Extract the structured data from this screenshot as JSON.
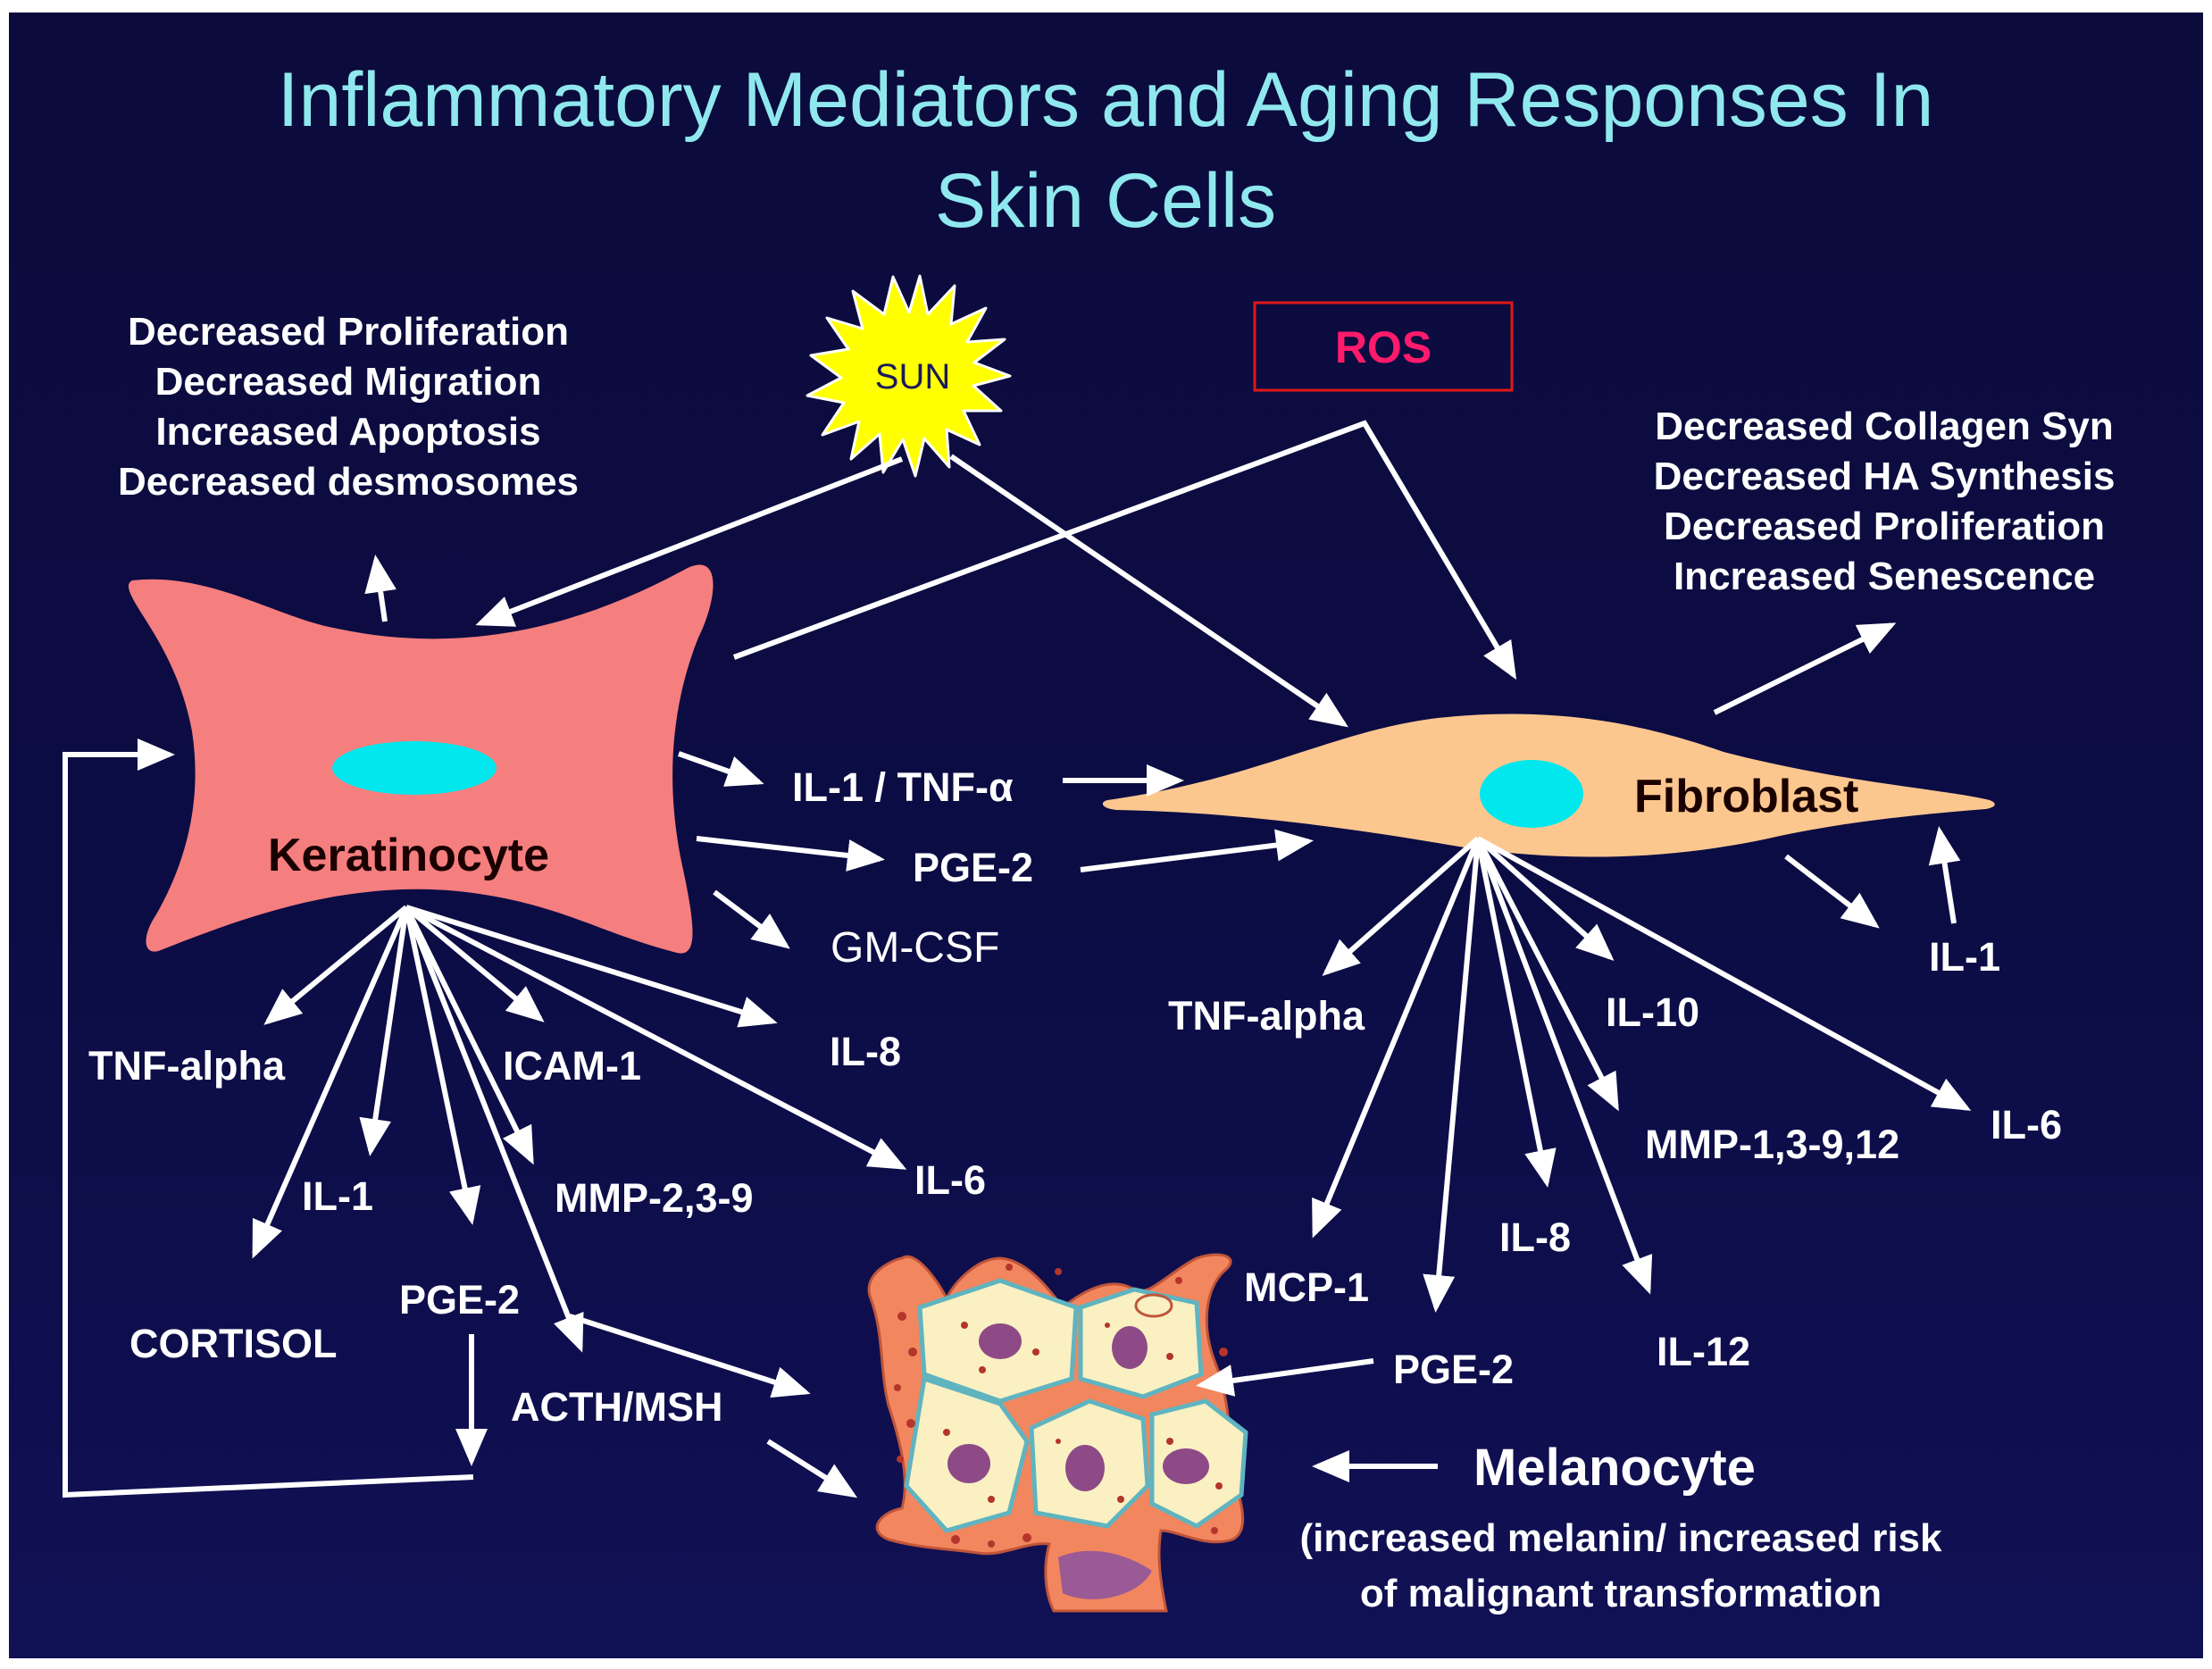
{
  "title": {
    "line1": "Inflammatory Mediators and Aging Responses In",
    "line2": "Skin Cells"
  },
  "sun_label": "SUN",
  "ros_label": "ROS",
  "keratinocyte": {
    "name": "Keratinocyte",
    "effects": [
      "Decreased Proliferation",
      "Decreased Migration",
      "Increased Apoptosis",
      "Decreased desmosomes"
    ],
    "outputs": {
      "il1_tnf": "IL-1 / TNF-α",
      "pge2": "PGE-2",
      "gmcsf": "GM-CSF",
      "tnf_alpha": "TNF-alpha",
      "icam1": "ICAM-1",
      "il8": "IL-8",
      "il1": "IL-1",
      "mmp": "MMP-2,3-9",
      "il6": "IL-6",
      "cortisol": "CORTISOL",
      "pge2_lower": "PGE-2",
      "acth": "ACTH/MSH"
    }
  },
  "fibroblast": {
    "name": "Fibroblast",
    "effects": [
      "Decreased Collagen Syn",
      "Decreased HA Synthesis",
      "Decreased Proliferation",
      "Increased Senescence"
    ],
    "outputs": {
      "tnf_alpha": "TNF-alpha",
      "il10": "IL-10",
      "il1": "IL-1",
      "il6": "IL-6",
      "mmp": "MMP-1,3-9,12",
      "il8": "IL-8",
      "mcp1": "MCP-1",
      "il12": "IL-12",
      "pge2": "PGE-2"
    }
  },
  "melanocyte": {
    "name": "Melanocyte",
    "note_line1": "(increased melanin/ increased risk",
    "note_line2": "of malignant transformation"
  },
  "colors": {
    "background": "#0c0c45",
    "title": "#8fe8ee",
    "keratinocyte": "#f57e7e",
    "fibroblast": "#fbc78f",
    "nucleus": "#00e8ee",
    "sun": "#ffff00",
    "ros_text": "#ff1a6c",
    "ros_border": "#e01818",
    "melanocyte_outer": "#f2865e",
    "melanocyte_cell": "#faf0c2",
    "melanocyte_nucleus": "#8e4a86"
  }
}
